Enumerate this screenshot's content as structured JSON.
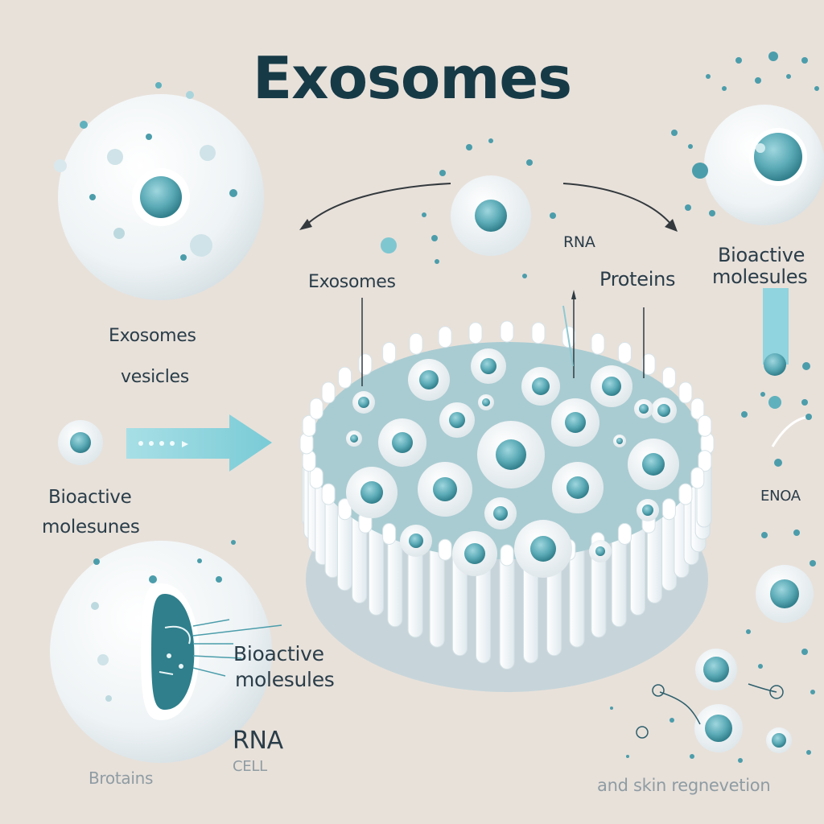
{
  "title": "Exosomes",
  "labels": {
    "exosomes_top": "Exosomes",
    "rna_top": "RNA",
    "proteins_top": "Proteins",
    "bioactive_right_1": "Bioactive",
    "bioactive_right_2": "molesules",
    "exosomes_left": "Exosomes",
    "vesicles_left": "vesicles",
    "bioactive_left_1": "Bioactive",
    "bioactive_left_2": "molesunes",
    "enoa_right": "ENOA",
    "bioactive_bottom_1": "Bioactive",
    "bioactive_bottom_2": "molesules",
    "rna_bottom": "RNA",
    "cell_bottom": "CELL",
    "brotains_bottom": "Brotains",
    "skin_bottom": "and skin regnevetion"
  },
  "colors": {
    "background": "#e8e1da",
    "title": "#173a47",
    "teal": "#4b9dab",
    "teal_light": "#8fd0da",
    "cell_white": "#f4f7f8",
    "dish_fill": "#a9ccd2",
    "arrow": "#8fd4de"
  },
  "icons": {
    "big_cell": "cell-icon",
    "vesicle": "vesicle-icon",
    "arrow": "arrow-icon",
    "dish": "membrane-dish-icon"
  }
}
